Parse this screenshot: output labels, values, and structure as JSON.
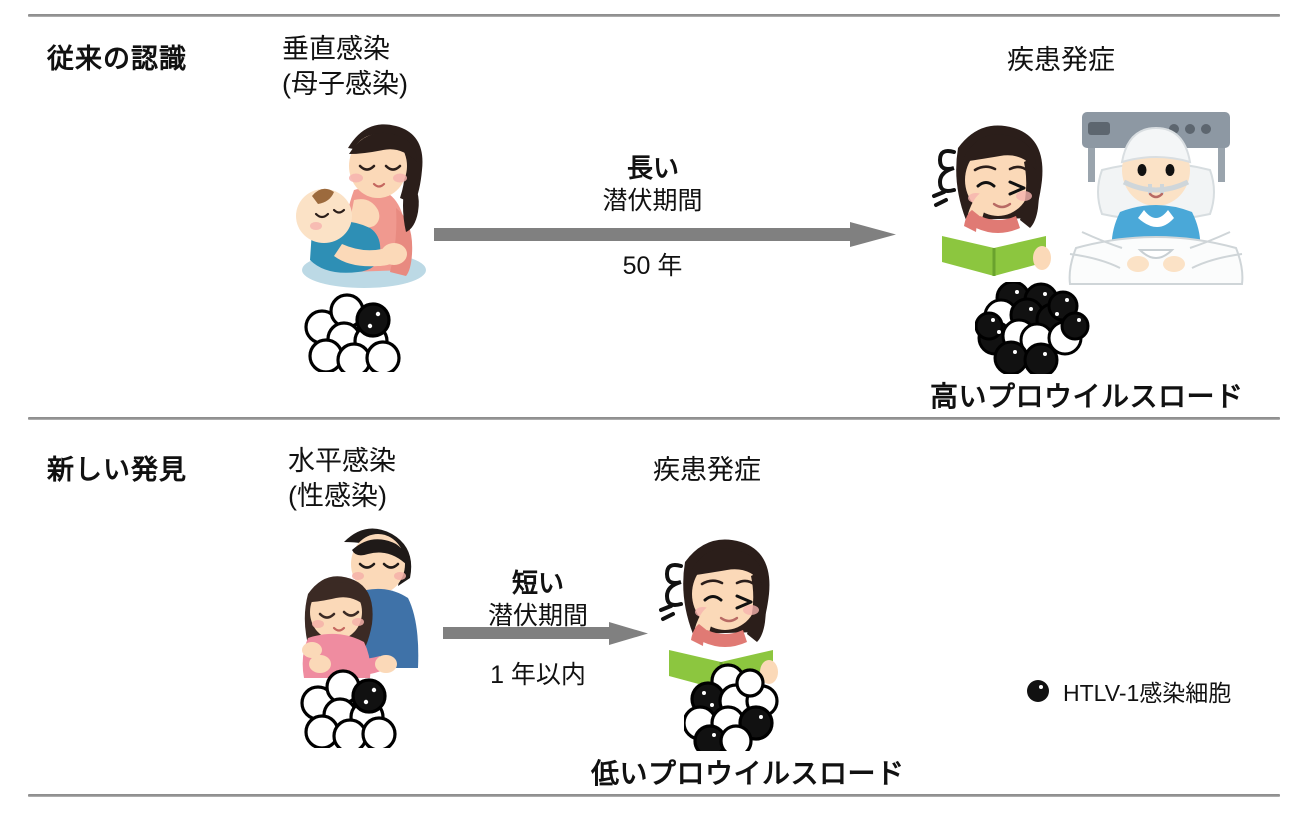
{
  "figure": {
    "legend": {
      "marker": "filled-circle",
      "text": "HTLV-1感染細胞"
    }
  },
  "panels": [
    {
      "id": "conventional",
      "title": "従来の認識",
      "route": {
        "line1": "垂直感染",
        "line2": "(母子感染)"
      },
      "source_art": "mother-breastfeeding-baby",
      "source_cluster": {
        "total": 8,
        "infected": 1
      },
      "arrow": {
        "emphasis": "長い",
        "label": "潜伏期間",
        "duration": "50 年"
      },
      "onset_title": "疾患発症",
      "onset_art": [
        "tired-girl-reading",
        "elderly-patient-in-hospital-bed"
      ],
      "outcome_cluster": {
        "total": 14,
        "infected": 10
      },
      "outcome_label": "高いプロウイルスロード"
    },
    {
      "id": "new-finding",
      "title": "新しい発見",
      "route": {
        "line1": "水平感染",
        "line2": "(性感染)"
      },
      "source_art": "couple-embracing",
      "source_cluster": {
        "total": 8,
        "infected": 1
      },
      "arrow": {
        "emphasis": "短い",
        "label": "潜伏期間",
        "duration": "1 年以内"
      },
      "onset_title": "疾患発症",
      "onset_art": [
        "tired-girl-reading"
      ],
      "outcome_cluster": {
        "total": 10,
        "infected": 3
      },
      "outcome_label": "低いプロウイルスロード"
    }
  ],
  "colors": {
    "rule": "#8e8e8e",
    "arrow": "#808080",
    "infected_cell": "#111111",
    "uninfected_cell": "#ffffff",
    "cell_outline": "#000000",
    "skin": "#fbd9b8",
    "hair_dark": "#2b1e1a",
    "mother_top": "#f0998f",
    "baby_cloth": "#2e8fb5",
    "cushion": "#bcd9e5",
    "man_sweater": "#3f72a8",
    "woman_top": "#ef8ca0",
    "book_green": "#8cc63f",
    "patient_gown": "#4aa8d8",
    "monitor_gray": "#8d98a3"
  }
}
